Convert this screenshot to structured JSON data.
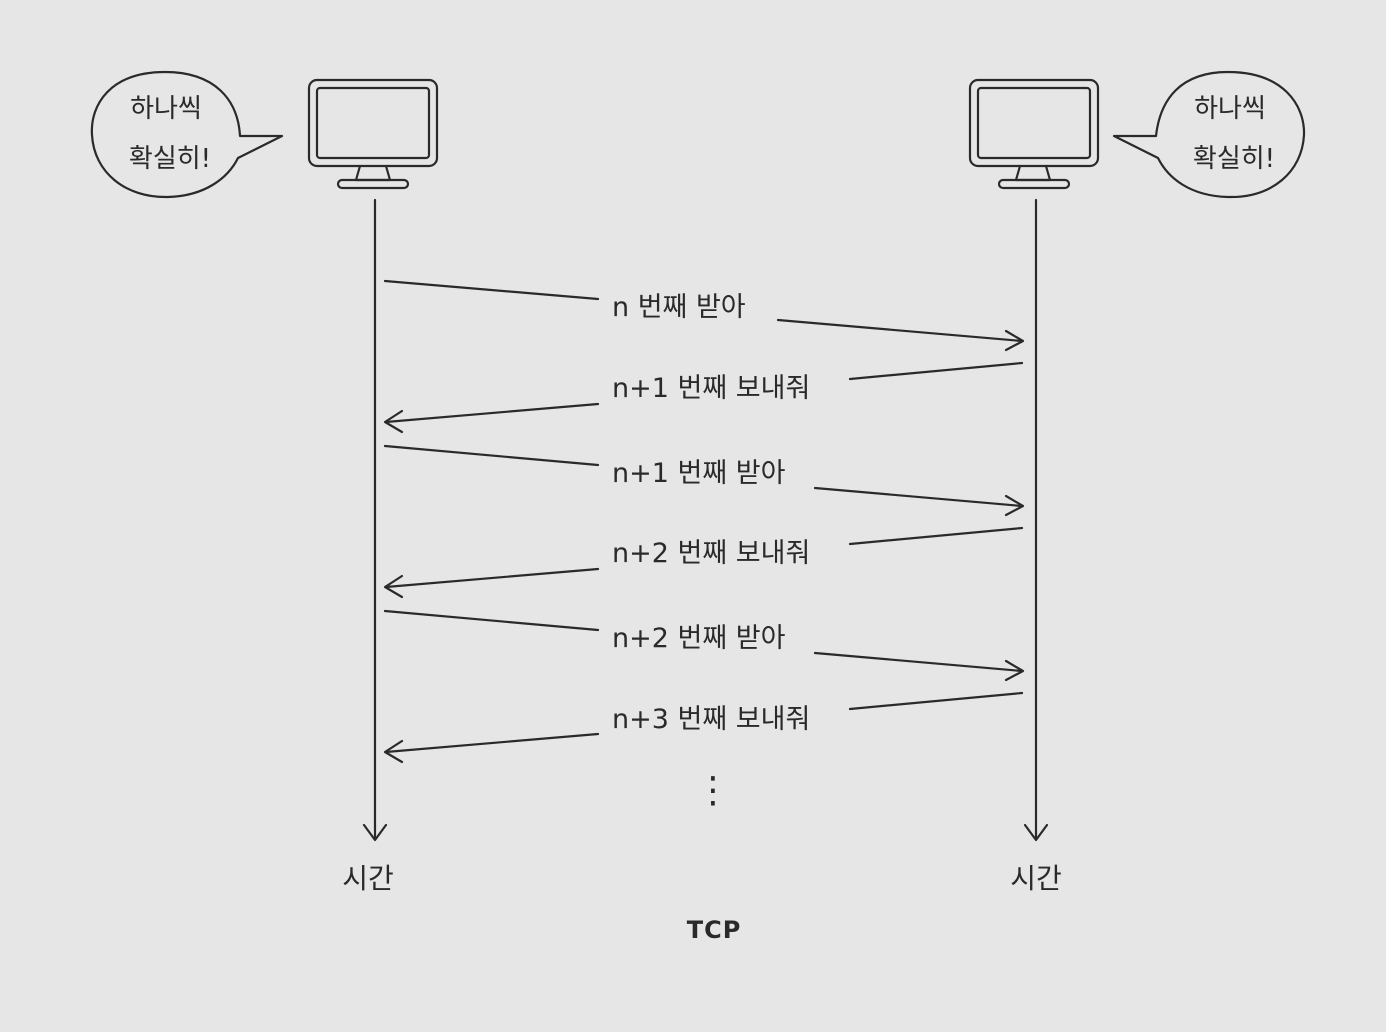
{
  "sender": {
    "bubble_line1": "하나씩",
    "bubble_line2": "확실히!",
    "time_label": "시간",
    "icon": "monitor-icon"
  },
  "receiver": {
    "bubble_line1": "하나씩",
    "bubble_line2": "확실히!",
    "time_label": "시간",
    "icon": "monitor-icon"
  },
  "messages": [
    {
      "text": "n 번째 받아",
      "direction": "right"
    },
    {
      "text": "n+1 번째 보내줘",
      "direction": "left"
    },
    {
      "text": "n+1 번째 받아",
      "direction": "right"
    },
    {
      "text": "n+2 번째 보내줘",
      "direction": "left"
    },
    {
      "text": "n+2 번째 받아",
      "direction": "right"
    },
    {
      "text": "n+3 번째 보내줘",
      "direction": "left"
    }
  ],
  "continuation": "⋮",
  "caption": "TCP",
  "colors": {
    "ink": "#2a2a2a",
    "background": "#e6e6e6",
    "screen": "#e9e9e9"
  }
}
